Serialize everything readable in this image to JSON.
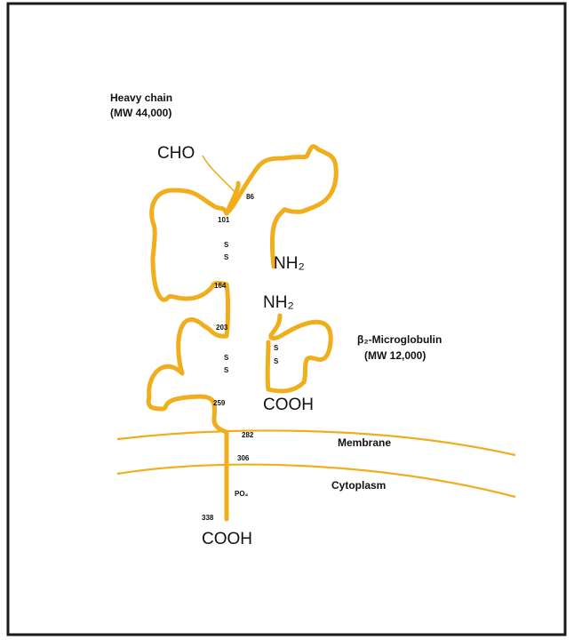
{
  "diagram": {
    "title": "Heavy chain",
    "heavy_chain": {
      "label": "Heavy chain",
      "mw": "(MW 44,000)"
    },
    "b2m": {
      "label": "β₂-Microglobulin",
      "mw": "(MW 12,000)"
    },
    "labels": {
      "cho": "CHO",
      "nh2_heavy": "NH₂",
      "nh2_b2m": "NH₂",
      "cooh_b2m": "COOH",
      "cooh_heavy": "COOH",
      "membrane": "Membrane",
      "cytoplasm": "Cytoplasm",
      "po4": "PO₄"
    },
    "residues": [
      "86",
      "101",
      "164",
      "203",
      "259",
      "282",
      "306",
      "338"
    ],
    "disulfide": [
      "S",
      "S",
      "S",
      "S",
      "S",
      "S"
    ],
    "colors": {
      "chain": "#f0ad1c",
      "frame": "#1a1a1a",
      "background": "#ffffff"
    }
  }
}
